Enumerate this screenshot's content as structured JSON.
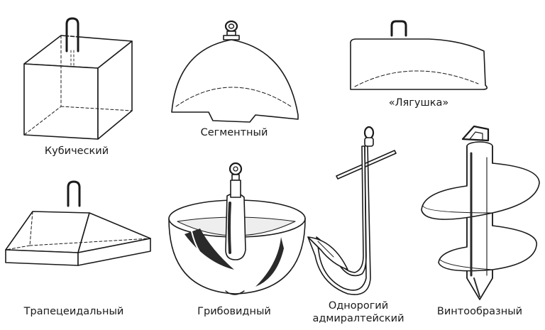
{
  "colors": {
    "stroke": "#1a1a1a",
    "shade": "#2a2a2a",
    "background": "#ffffff"
  },
  "anchors": [
    {
      "id": "cubic",
      "label": "Кубический"
    },
    {
      "id": "segment",
      "label": "Сегментный"
    },
    {
      "id": "frog",
      "label": "«Лягушка»"
    },
    {
      "id": "trapezoid",
      "label": "Трапецеидальный"
    },
    {
      "id": "mushroom",
      "label": "Грибовидный"
    },
    {
      "id": "admiralty",
      "label_line1": "Однорогий",
      "label_line2": "адмиралтейский"
    },
    {
      "id": "screw",
      "label": "Винтообразный"
    }
  ]
}
